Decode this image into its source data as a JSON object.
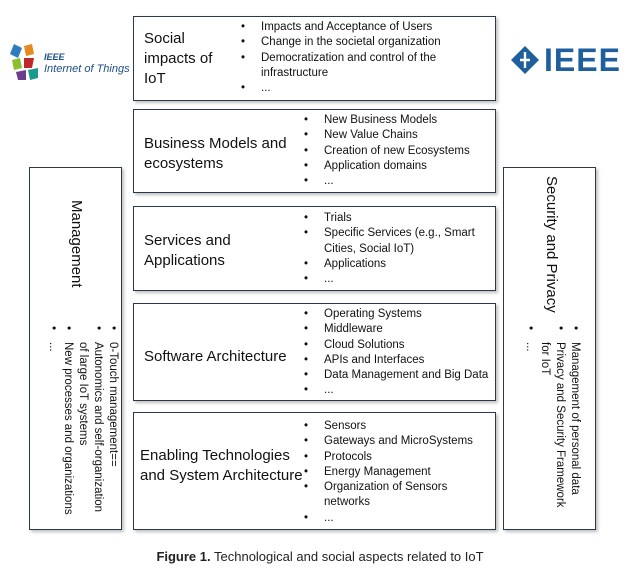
{
  "layers": [
    {
      "title_lines": [
        "Social",
        "impacts of",
        "IoT"
      ],
      "items": [
        "Impacts and Acceptance of Users",
        "Change in the societal organization",
        "Democratization and control of the",
        "infrastructure",
        "..."
      ],
      "bullets": [
        true,
        true,
        true,
        false,
        true
      ]
    },
    {
      "title_lines": [
        "Business Models and",
        "ecosystems"
      ],
      "items": [
        "New Business Models",
        "New Value Chains",
        "Creation of new Ecosystems",
        "Application domains",
        "..."
      ],
      "bullets": [
        true,
        true,
        true,
        true,
        true
      ]
    },
    {
      "title_lines": [
        "Services and",
        "Applications"
      ],
      "items": [
        "Trials",
        "Specific Services  (e.g., Smart",
        "Cities, Social IoT)",
        "Applications",
        "..."
      ],
      "bullets": [
        true,
        true,
        false,
        true,
        true
      ]
    },
    {
      "title_lines": [
        "Software Architecture"
      ],
      "items": [
        "Operating Systems",
        "Middleware",
        "Cloud Solutions",
        "APIs and Interfaces",
        "Data Management and Big Data",
        "..."
      ],
      "bullets": [
        true,
        true,
        true,
        true,
        true,
        true
      ]
    },
    {
      "title_lines": [
        "Enabling Technologies",
        "and System Architecture"
      ],
      "items": [
        "Sensors",
        "Gateways and MicroSystems",
        "Protocols",
        "Energy Management",
        "Organization of Sensors",
        "networks",
        "..."
      ],
      "bullets": [
        true,
        true,
        true,
        true,
        true,
        false,
        true
      ]
    }
  ],
  "management": {
    "title": "Management",
    "items": [
      "0-Touch management==",
      "Autonomics and self-organization",
      "of large IoT systems",
      "New processes and organizations",
      "..."
    ],
    "bullets": [
      true,
      true,
      false,
      true,
      true
    ]
  },
  "security": {
    "title": "Security and Privacy",
    "items": [
      "Management of personal data",
      "Privacy and Security Framework",
      "for IoT",
      "..."
    ],
    "bullets": [
      true,
      true,
      false,
      true
    ]
  },
  "logos": {
    "iot_line1": "IEEE",
    "iot_line2": "Internet of Things",
    "ieee_text": "IEEE"
  },
  "caption": {
    "label": "Figure 1.",
    "text": " Technological and social aspects related to IoT"
  }
}
